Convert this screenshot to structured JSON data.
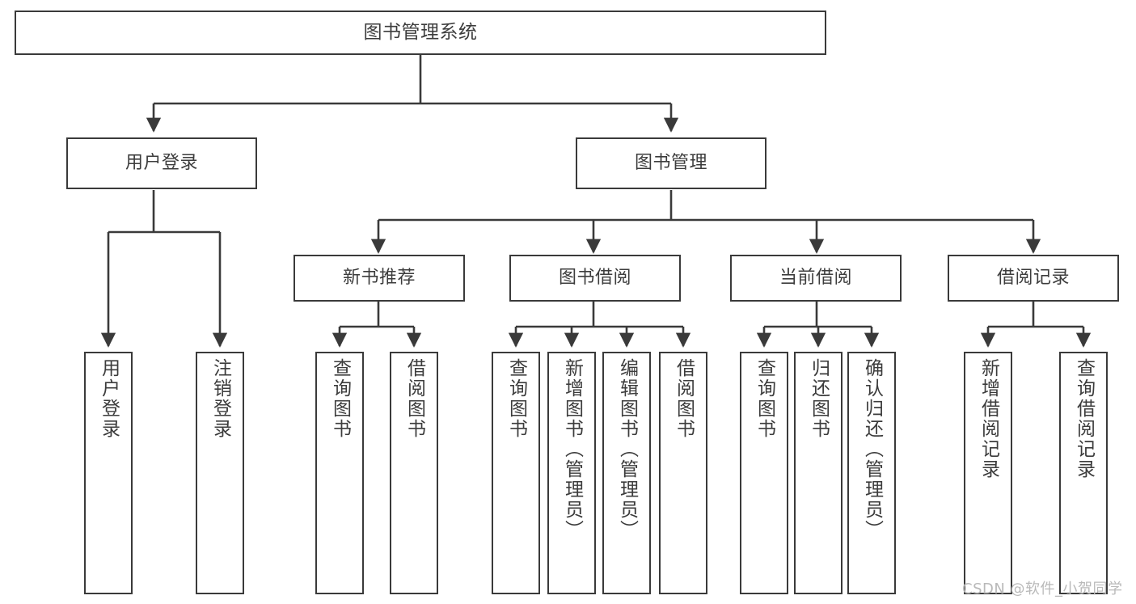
{
  "diagram": {
    "title": "图书管理系统",
    "type": "tree-hierarchy",
    "watermark": "CSDN @软件_小贺同学",
    "colors": {
      "stroke": "#3a3a3a",
      "fill": "#ffffff",
      "text": "#3c3c3c",
      "watermark": "#b9b9b9"
    },
    "levels": {
      "root": {
        "label": "图书管理系统"
      },
      "level2": [
        {
          "id": "user-login",
          "label": "用户登录"
        },
        {
          "id": "book-management",
          "label": "图书管理"
        }
      ],
      "level3": [
        {
          "id": "new-book-recommend",
          "label": "新书推荐",
          "parent": "book-management"
        },
        {
          "id": "book-borrow",
          "label": "图书借阅",
          "parent": "book-management"
        },
        {
          "id": "current-borrow",
          "label": "当前借阅",
          "parent": "book-management"
        },
        {
          "id": "borrow-record",
          "label": "借阅记录",
          "parent": "book-management"
        }
      ],
      "leaves": [
        {
          "id": "leaf-user-login",
          "label": "用户登录",
          "parent": "user-login"
        },
        {
          "id": "leaf-logout-login",
          "label": "注销登录",
          "parent": "user-login"
        },
        {
          "id": "leaf-query-book-1",
          "label": "查询图书",
          "parent": "new-book-recommend"
        },
        {
          "id": "leaf-borrow-book-1",
          "label": "借阅图书",
          "parent": "new-book-recommend"
        },
        {
          "id": "leaf-query-book-2",
          "label": "查询图书",
          "parent": "book-borrow"
        },
        {
          "id": "leaf-add-book",
          "label": "新增图书（管理员）",
          "parent": "book-borrow"
        },
        {
          "id": "leaf-edit-book",
          "label": "编辑图书（管理员）",
          "parent": "book-borrow"
        },
        {
          "id": "leaf-borrow-book-2",
          "label": "借阅图书",
          "parent": "book-borrow"
        },
        {
          "id": "leaf-query-book-3",
          "label": "查询图书",
          "parent": "current-borrow"
        },
        {
          "id": "leaf-return-book",
          "label": "归还图书",
          "parent": "current-borrow"
        },
        {
          "id": "leaf-confirm-return",
          "label": "确认归还（管理员）",
          "parent": "current-borrow"
        },
        {
          "id": "leaf-add-record",
          "label": "新增借阅记录",
          "parent": "borrow-record"
        },
        {
          "id": "leaf-query-record",
          "label": "查询借阅记录",
          "parent": "borrow-record"
        }
      ]
    }
  }
}
